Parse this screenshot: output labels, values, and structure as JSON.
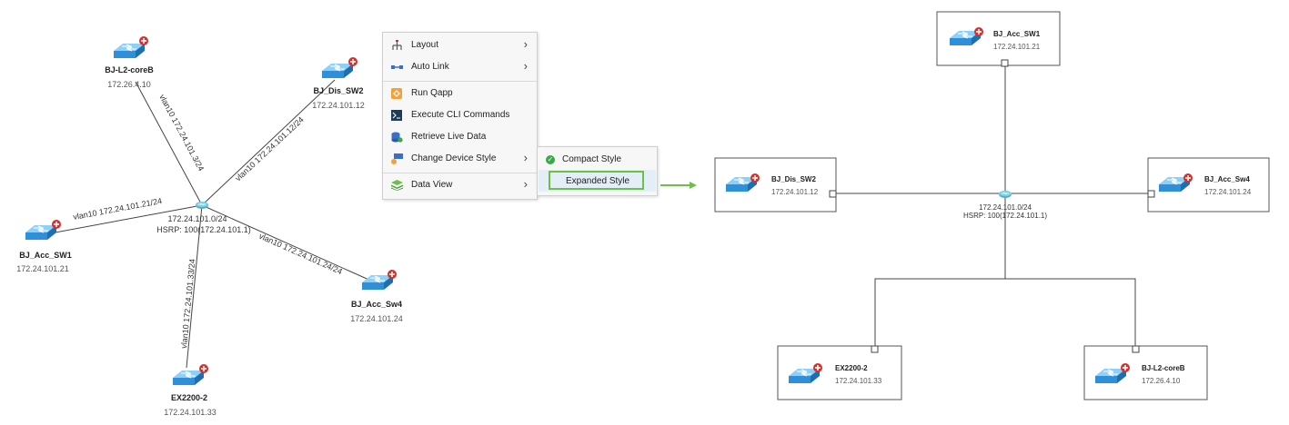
{
  "left_diagram": {
    "hub": {
      "network": "172.24.101.0/24",
      "hsrp": "HSRP: 100(172.24.101.1)"
    },
    "nodes": [
      {
        "id": "bj-l2-coreb",
        "name": "BJ-L2-coreB",
        "ip": "172.26.4.10"
      },
      {
        "id": "bj-dis-sw2",
        "name": "BJ_Dis_SW2",
        "ip": "172.24.101.12"
      },
      {
        "id": "bj-acc-sw1",
        "name": "BJ_Acc_SW1",
        "ip": "172.24.101.21"
      },
      {
        "id": "bj-acc-sw4",
        "name": "BJ_Acc_Sw4",
        "ip": "172.24.101.24"
      },
      {
        "id": "ex2200-2",
        "name": "EX2200-2",
        "ip": "172.24.101.33"
      }
    ],
    "links": [
      {
        "to": "bj-l2-coreb",
        "label": "vlan10 172.24.101.3/24"
      },
      {
        "to": "bj-dis-sw2",
        "label": "vlan10 172.24.101.12/24"
      },
      {
        "to": "bj-acc-sw1",
        "label": "vlan10 172.24.101.21/24"
      },
      {
        "to": "bj-acc-sw4",
        "label": "vlan10 172.24.101.24/24"
      },
      {
        "to": "ex2200-2",
        "label": "vlan10 172.24.101.33/24"
      }
    ]
  },
  "context_menu": {
    "items": [
      {
        "label": "Layout",
        "icon": "layout-icon",
        "has_submenu": true
      },
      {
        "label": "Auto Link",
        "icon": "auto-link-icon",
        "has_submenu": true
      },
      {
        "label": "Run Qapp",
        "icon": "qapp-icon",
        "has_submenu": false
      },
      {
        "label": "Execute CLI Commands",
        "icon": "cli-icon",
        "has_submenu": false
      },
      {
        "label": "Retrieve Live Data",
        "icon": "live-data-icon",
        "has_submenu": false
      },
      {
        "label": "Change Device Style",
        "icon": "device-style-icon",
        "has_submenu": true
      },
      {
        "label": "Data View",
        "icon": "data-view-icon",
        "has_submenu": true
      }
    ],
    "submenu": {
      "items": [
        {
          "label": "Compact Style",
          "checked": true
        },
        {
          "label": "Expanded Style",
          "checked": false,
          "highlighted": true
        }
      ]
    }
  },
  "right_diagram": {
    "hub": {
      "network": "172.24.101.0/24",
      "hsrp": "HSRP: 100(172.24.101.1)"
    },
    "nodes": [
      {
        "id": "bj-acc-sw1",
        "name": "BJ_Acc_SW1",
        "ip": "172.24.101.21"
      },
      {
        "id": "bj-dis-sw2",
        "name": "BJ_Dis_SW2",
        "ip": "172.24.101.12"
      },
      {
        "id": "bj-acc-sw4",
        "name": "BJ_Acc_Sw4",
        "ip": "172.24.101.24"
      },
      {
        "id": "ex2200-2",
        "name": "EX2200-2",
        "ip": "172.24.101.33"
      },
      {
        "id": "bj-l2-coreb",
        "name": "BJ-L2-coreB",
        "ip": "172.26.4.10"
      }
    ]
  },
  "colors": {
    "switch_fill": "#2f8fd8",
    "badge_red": "#d9302c",
    "highlight_green": "#6cc04a",
    "check_green": "#3aa84a"
  }
}
